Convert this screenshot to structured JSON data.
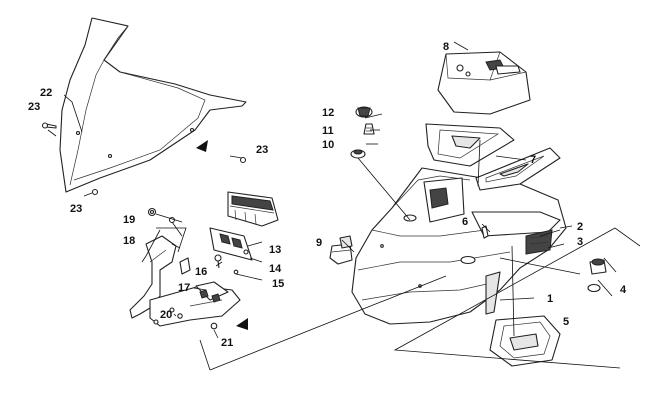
{
  "callouts": [
    "1",
    "2",
    "3",
    "4",
    "5",
    "6",
    "7",
    "8",
    "9",
    "10",
    "11",
    "12",
    "13",
    "14",
    "15",
    "16",
    "17",
    "18",
    "19",
    "20",
    "21",
    "22",
    "23"
  ]
}
